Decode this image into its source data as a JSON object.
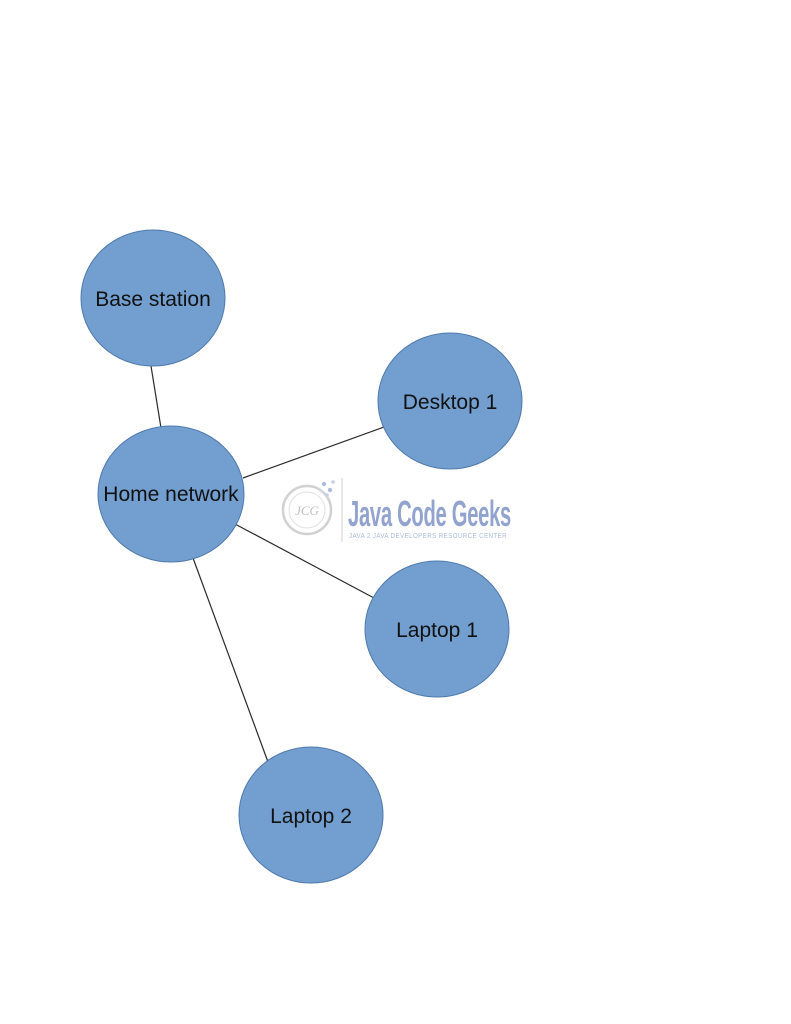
{
  "colors": {
    "node_fill": "#729fcf",
    "edge": "#2a2a2a",
    "watermark_title": "#7f93c7",
    "watermark_sub": "#9fb0d8",
    "watermark_badge": "#c4c4c4"
  },
  "nodes": {
    "base_station": "Base station",
    "home_network": "Home network",
    "desktop_1": "Desktop 1",
    "laptop_1": "Laptop 1",
    "laptop_2": "Laptop 2"
  },
  "edges": [
    {
      "from": "Home network",
      "to": "Base station"
    },
    {
      "from": "Home network",
      "to": "Desktop 1"
    },
    {
      "from": "Home network",
      "to": "Laptop 1"
    },
    {
      "from": "Home network",
      "to": "Laptop 2"
    }
  ],
  "watermark": {
    "title": "Java Code Geeks",
    "subtitle": "JAVA 2 JAVA DEVELOPERS RESOURCE CENTER",
    "badge": "JCG"
  }
}
